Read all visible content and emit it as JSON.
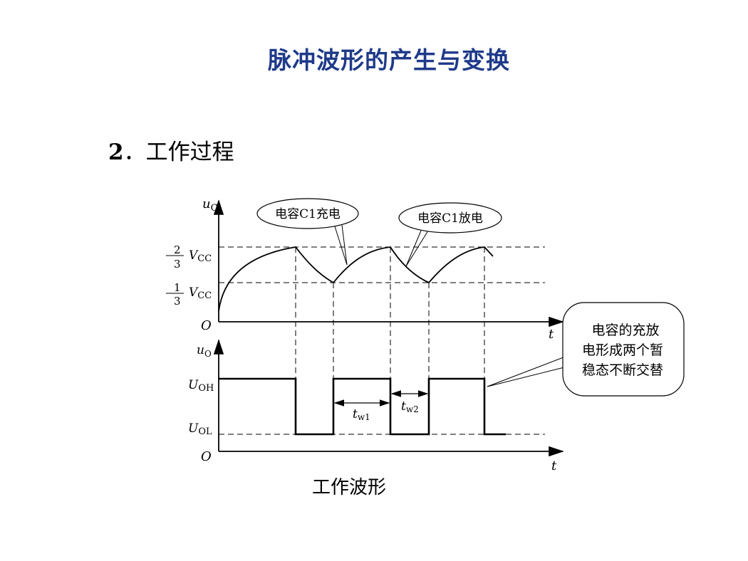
{
  "title": "脉冲波形的产生与变换",
  "section": {
    "number": "2",
    "label": "工作过程"
  },
  "diagram": {
    "upper_axis": {
      "y_label_main": "u",
      "y_label_sub": "C",
      "x_label": "t",
      "origin": "O",
      "level_high": {
        "num": "2",
        "den": "3",
        "var": "V",
        "sub": "CC"
      },
      "level_low": {
        "num": "1",
        "den": "3",
        "var": "V",
        "sub": "CC"
      }
    },
    "lower_axis": {
      "y_label_main": "u",
      "y_label_sub": "O",
      "x_label": "t",
      "origin": "O",
      "level_high": {
        "var": "U",
        "sub": "OH"
      },
      "level_low": {
        "var": "U",
        "sub": "OL"
      }
    },
    "callouts": {
      "charge": "电容C1充电",
      "discharge": "电容C1放电",
      "note_lines": [
        "电容的充放",
        "电形成两个暂",
        "稳态不断交替"
      ]
    },
    "widths": {
      "tw1": {
        "var": "t",
        "sub": "w1"
      },
      "tw2": {
        "var": "t",
        "sub": "w2"
      }
    }
  },
  "caption": "工作波形",
  "colors": {
    "title": "#1f3a8a",
    "lines": "#000000"
  }
}
